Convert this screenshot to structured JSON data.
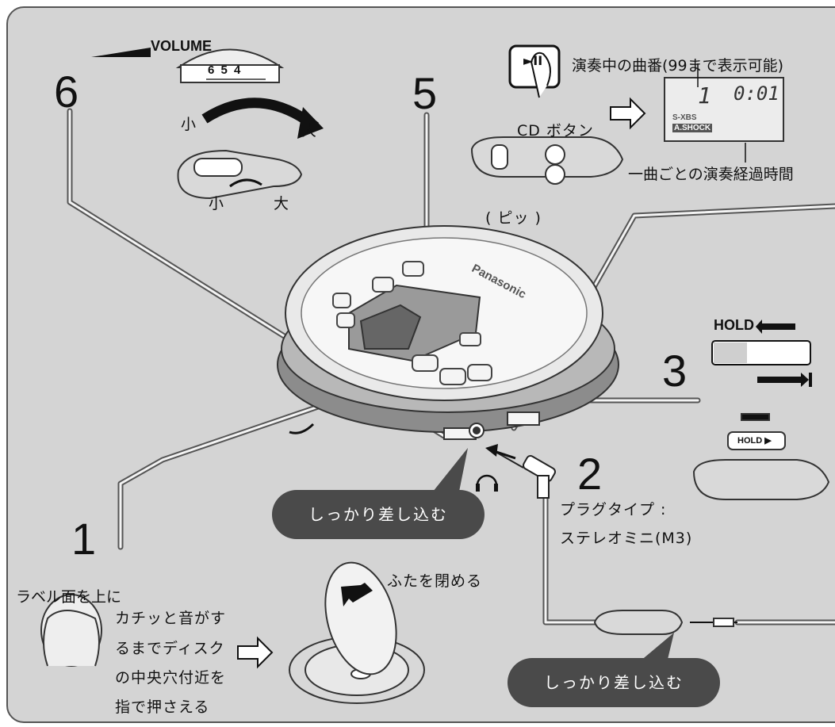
{
  "steps": {
    "s1": "1",
    "s2": "2",
    "s3": "3",
    "s5": "5",
    "s6": "6"
  },
  "volume": {
    "label": "VOLUME",
    "dial_numbers": "6 5 4",
    "small": "小",
    "large": "大"
  },
  "play_callouts": {
    "track_number": "演奏中の曲番(99まで表示可能)",
    "elapsed_time": "一曲ごとの演奏経過時間",
    "cd_button": "CD ボタン",
    "beep": "( ピッ )"
  },
  "lcd": {
    "track": "1",
    "time": "0:01",
    "sxbs": "S-XBS",
    "ashock": "A.SHOCK"
  },
  "player": {
    "brand": "Panasonic"
  },
  "hold": {
    "label": "HOLD",
    "remote_label": "HOLD ▶"
  },
  "plug": {
    "title": "プラグタイプ :",
    "type": "ステレオミニ(M3)"
  },
  "insert_firmly_1": "しっかり差し込む",
  "insert_firmly_2": "しっかり差し込む",
  "disc": {
    "label_up": "ラベル面を上に",
    "press_lines": [
      "カチッと音がす",
      "るまでディスク",
      "の中央穴付近を",
      "指で押さえる"
    ],
    "close_lid": "ふたを閉める"
  },
  "colors": {
    "frame_bg": "#d4d4d4",
    "pill_bg": "#4a4a4a",
    "line_dark": "#555555"
  }
}
